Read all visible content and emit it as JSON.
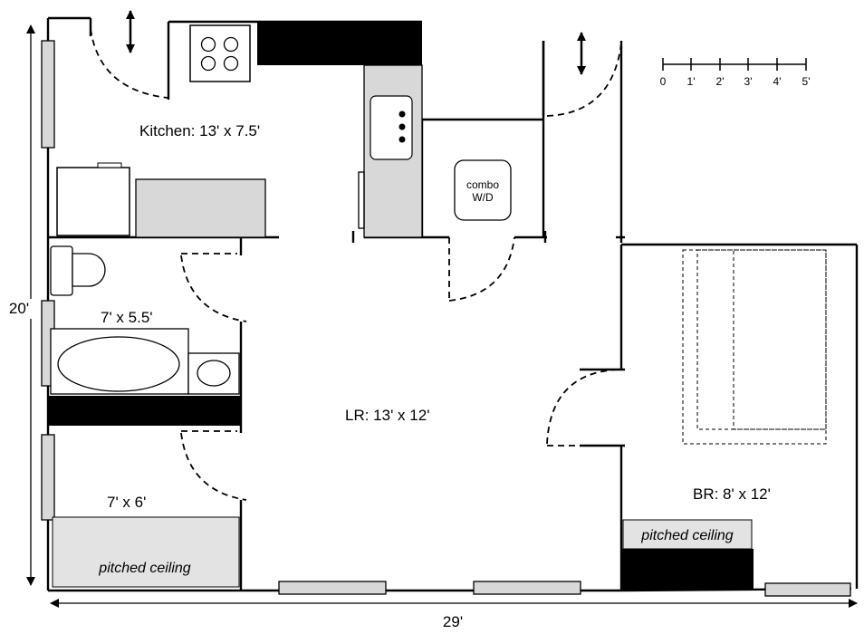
{
  "rooms": {
    "kitchen": "Kitchen: 13' x 7.5'",
    "bath": "7' x 5.5'",
    "small_room": "7' x 6'",
    "living_room": "LR: 13' x 12'",
    "bedroom": "BR: 8' x 12'"
  },
  "fixtures": {
    "washer_dryer_line1": "combo",
    "washer_dryer_line2": "W/D",
    "pitched_ceiling_small_room": "pitched ceiling",
    "pitched_ceiling_bedroom": "pitched ceiling"
  },
  "dimensions": {
    "height": "20'",
    "width": "29'"
  },
  "scale_bar": {
    "ticks": [
      "0",
      "1'",
      "2'",
      "3'",
      "4'",
      "5'"
    ]
  }
}
